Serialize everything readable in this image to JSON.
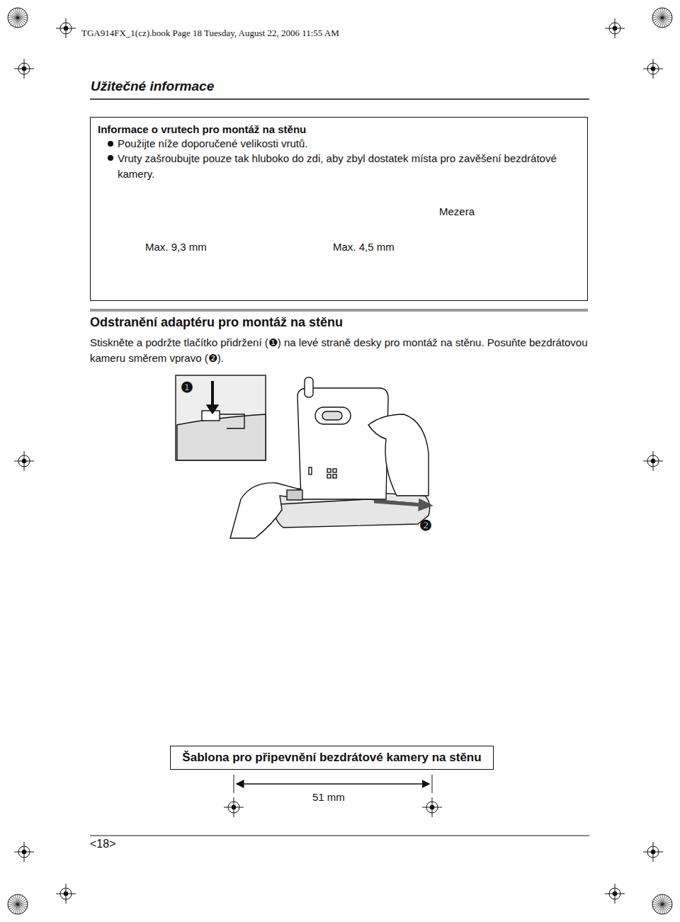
{
  "diagram": {
    "title": "Užitečné informace",
    "nodes": [
      {
        "text": [
          "Informace o vrutech pro montáž na stěnu",
          "Použijte níže doporučené velikosti vrutů.",
          "Vruty zašroubujte pouze tak hluboko do zdi, aby zbyl dostatek místa pro zavěšení bezdrátové kamery."
        ]
      },
      {
        "text": [
          "Šablona pro připevnění bezdrátové kamery na stěnu"
        ]
      }
    ],
    "labels": [
      "TGA914FX_1(cz).book Page 18 Tuesday, August 22, 2006 11:55 AM",
      "Mezera",
      "Max. 9,3 mm",
      "Max. 4,5 mm",
      "Odstranění adaptéru pro montáž na stěnu",
      "Stiskněte a podržte tlačítko přidržení (❶) na levé straně desky pro montáž na stěnu. Posuňte bezdrátovou kameru směrem vpravo (❷).",
      "❶",
      "❷",
      "51 mm",
      "<18>"
    ]
  }
}
